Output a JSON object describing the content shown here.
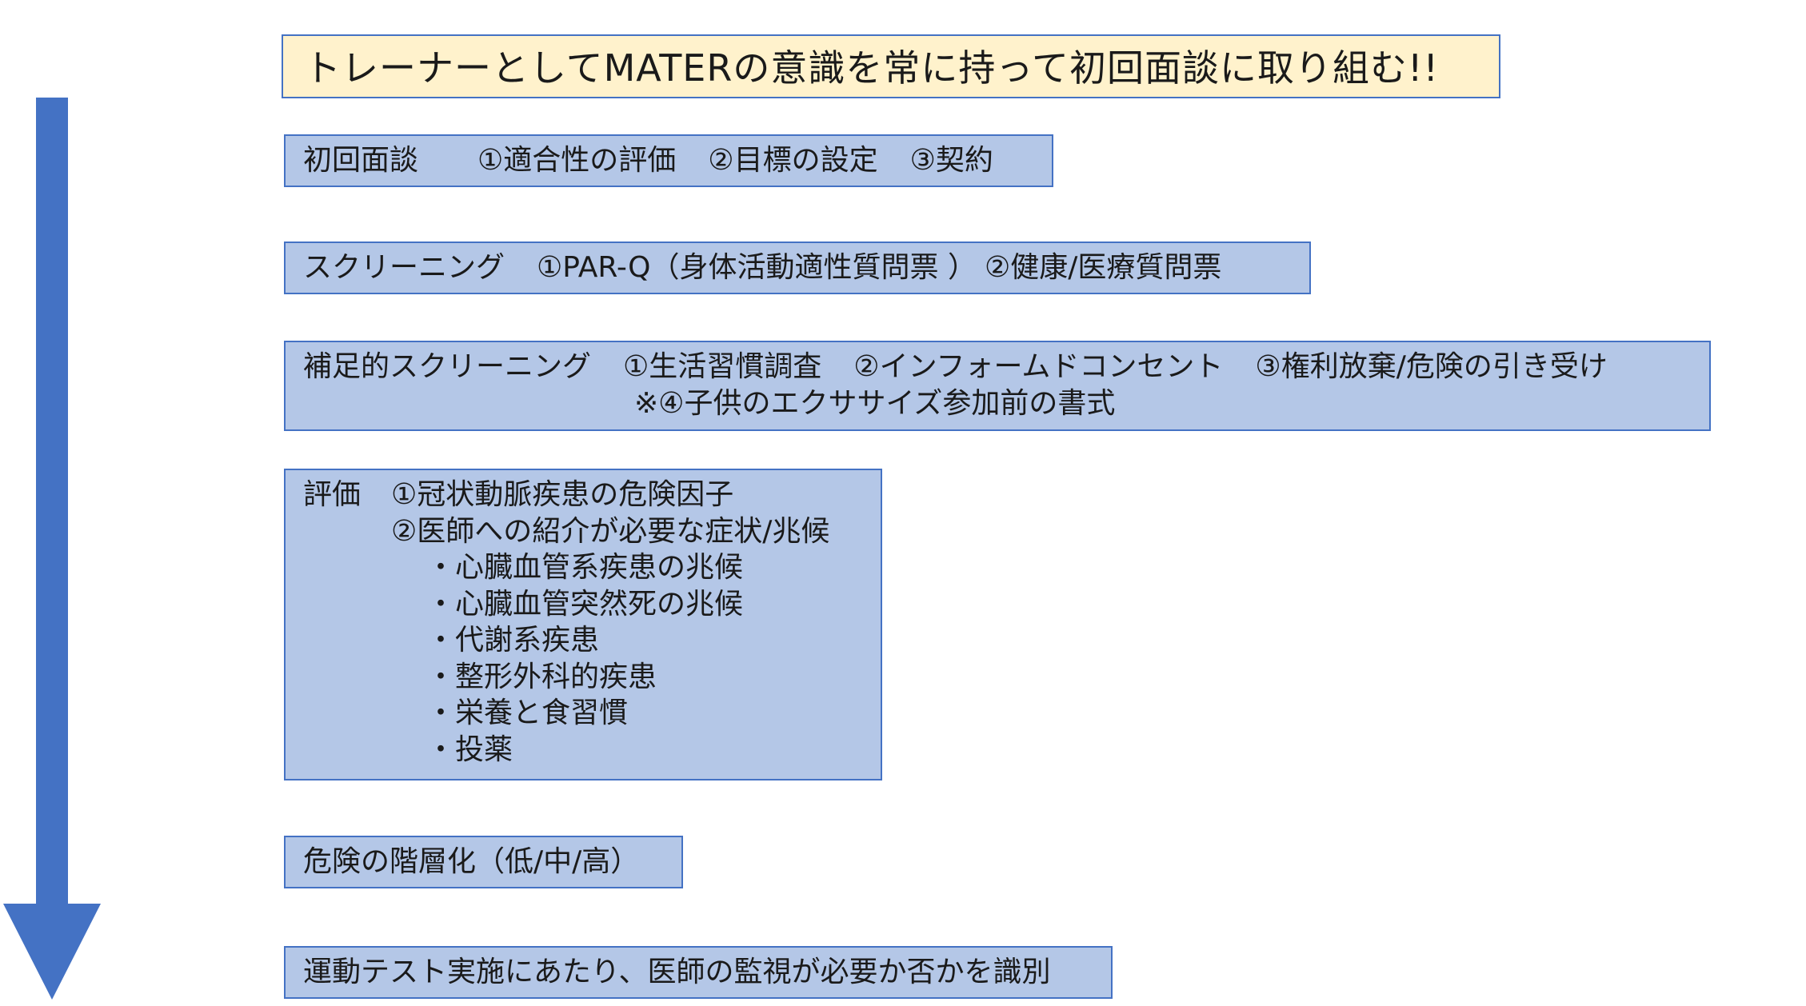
{
  "title": "トレーナーとしてMATERの意識を常に持って初回面談に取り組む!!",
  "colors": {
    "arrow": "#4472c4",
    "box_fill": "#b4c7e7",
    "box_border": "#4472c4",
    "title_fill": "#fff2cc"
  },
  "steps": {
    "initial_interview": {
      "label": "初回面談",
      "item1": "①適合性の評価",
      "item2": "②目標の設定",
      "item3": "③契約"
    },
    "screening": {
      "label": "スクリーニング",
      "item1": "①PAR-Q（身体活動適性質問票 ）",
      "item2": "②健康/医療質問票"
    },
    "supplementary_screening": {
      "label": "補足的スクリーニング",
      "item1": "①生活習慣調査",
      "item2": "②インフォームドコンセント",
      "item3": "③権利放棄/危険の引き受け",
      "item4": "※④子供のエクササイズ参加前の書式"
    },
    "evaluation": {
      "label": "評価",
      "item1": "①冠状動脈疾患の危険因子",
      "item2": "②医師への紹介が必要な症状/兆候",
      "sub_items": [
        "・心臓血管系疾患の兆候",
        "・心臓血管突然死の兆候",
        "・代謝系疾患",
        "・整形外科的疾患",
        "・栄養と食習慣",
        "・投薬"
      ]
    },
    "risk_stratification": {
      "label": "危険の階層化（低/中/高）"
    },
    "supervision": {
      "label": "運動テスト実施にあたり、医師の監視が必要か否かを識別"
    }
  }
}
